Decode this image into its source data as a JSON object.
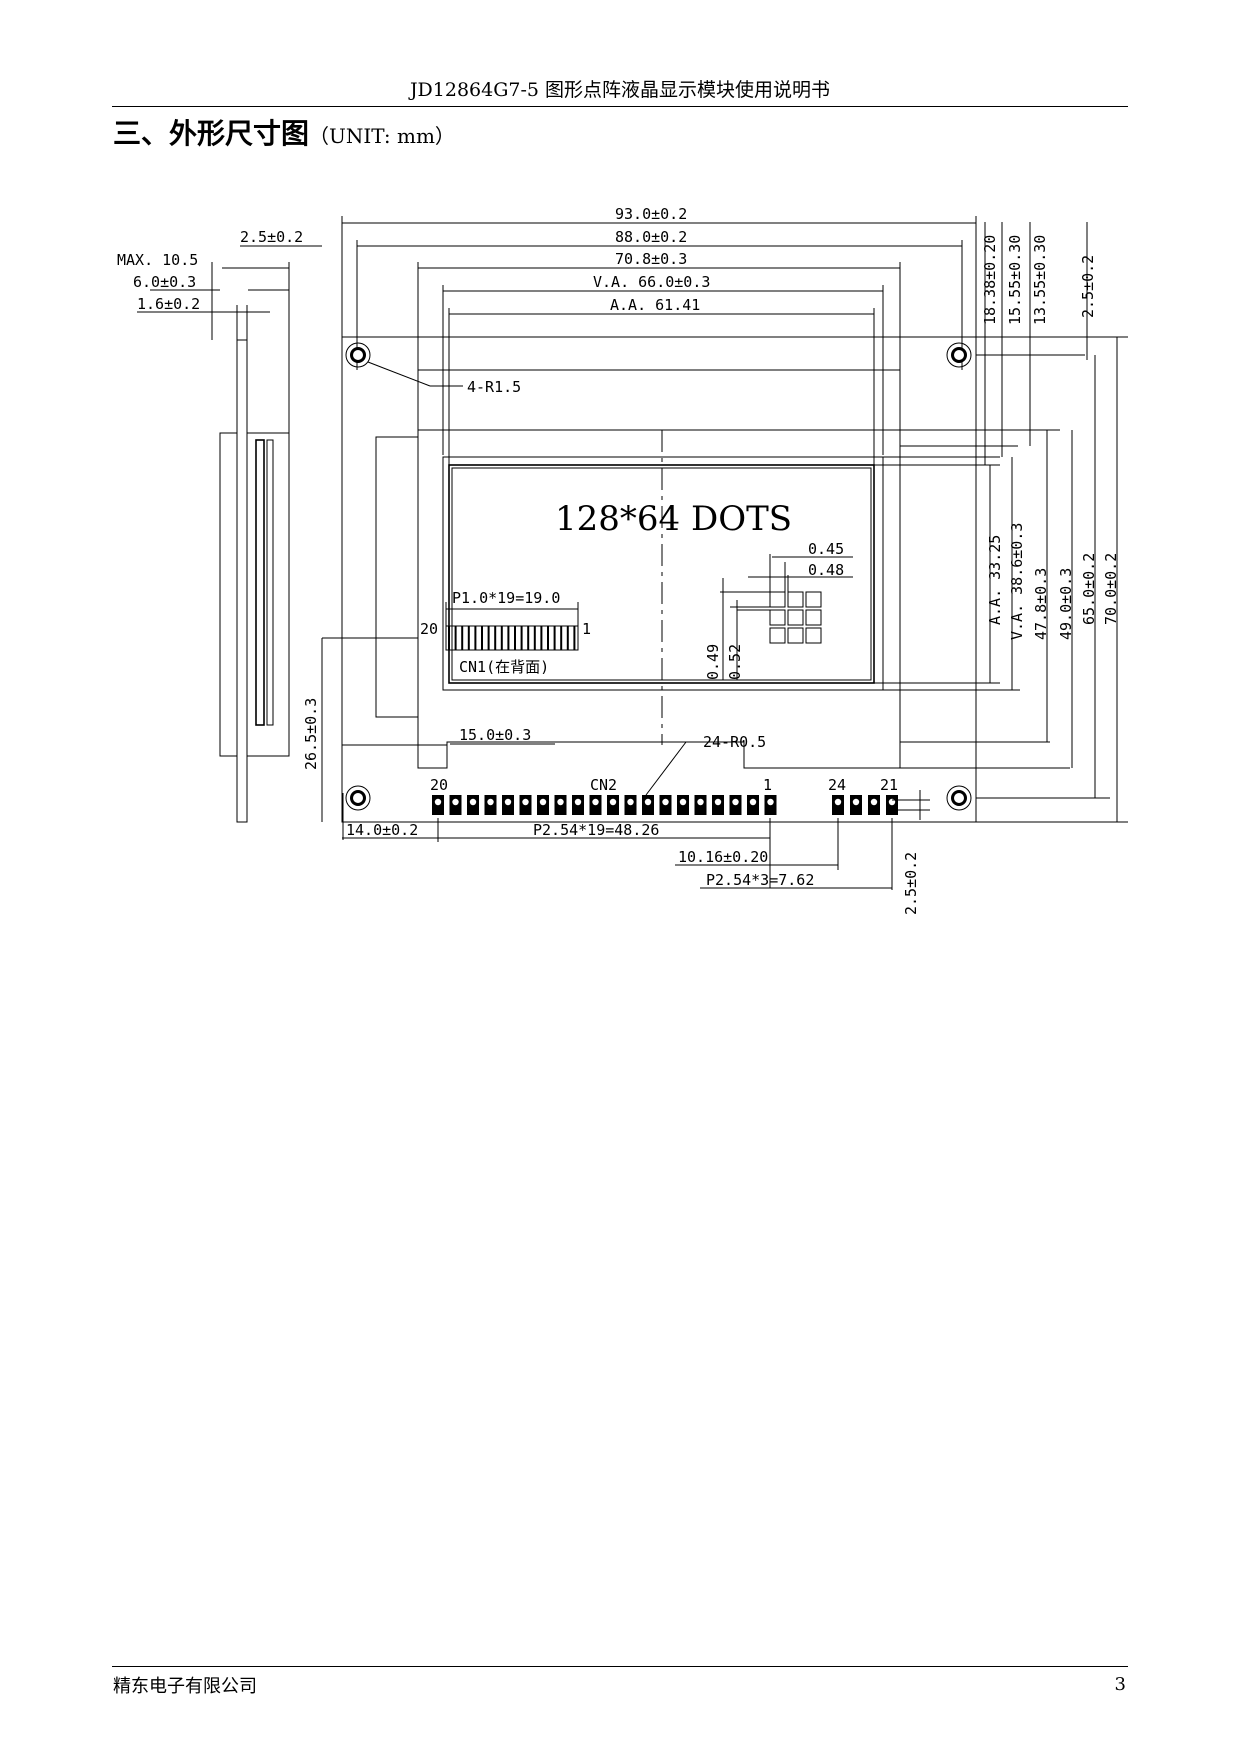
{
  "header": {
    "title": "JD12864G7-5 图形点阵液晶显示模块使用说明书"
  },
  "section": {
    "title": "三、外形尺寸图",
    "unit": "（UNIT: mm）"
  },
  "drawing": {
    "top_dims": {
      "d93": "93.0±0.2",
      "d88": "88.0±0.2",
      "d708": "70.8±0.3",
      "va": "V.A. 66.0±0.3",
      "aa": "A.A. 61.41"
    },
    "side_dims": {
      "d25": "2.5±0.2",
      "max": "MAX. 10.5",
      "d60": "6.0±0.3",
      "d16": "1.6±0.2"
    },
    "right_dims": {
      "d1838": "18.38±0.20",
      "d1555": "15.55±0.30",
      "d1355": "13.55±0.30",
      "d25r": "2.5±0.2"
    },
    "height_dims": {
      "aa": "A.A. 33.25",
      "va": "V.A. 38.6±0.3",
      "d478": "47.8±0.3",
      "d490": "49.0±0.3",
      "d650": "65.0±0.2",
      "d700": "70.0±0.2"
    },
    "hole_note": "4-R1.5",
    "dots_label": "128*64 DOTS",
    "pixel_dims": {
      "w1": "0.45",
      "w2": "0.48",
      "h1": "0.49",
      "h2": "0.52"
    },
    "cn1": {
      "pitch": "P1.0*19=19.0",
      "pin_first": "20",
      "pin_last": "1",
      "label": "CN1(在背面)"
    },
    "d150": "15.0±0.3",
    "d265": "26.5±0.3",
    "pad_note": "24-R0.5",
    "cn2": {
      "label": "CN2",
      "pin_first": "20",
      "pin_last": "1",
      "pin_b1": "24",
      "pin_b2": "21"
    },
    "bottom_dims": {
      "d140": "14.0±0.2",
      "p254": "P2.54*19=48.26",
      "d1016": "10.16±0.20",
      "p254b": "P2.54*3=7.62",
      "d25b": "2.5±0.2"
    }
  },
  "footer": {
    "company": "精东电子有限公司",
    "page": "3"
  }
}
